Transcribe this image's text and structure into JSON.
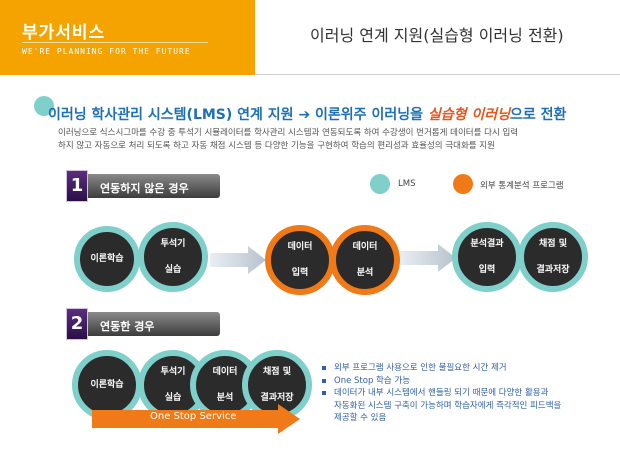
{
  "header": {
    "brand_title": "부가서비스",
    "brand_sub": "WE'RE PLANNING FOR THE FUTURE",
    "page_title": "이러닝 연계 지원(실습형 이러닝 전환)"
  },
  "headline": {
    "part1": "이러닝 학사관리 시스템(LMS) 연계 지원",
    "arrow": "➔",
    "part2": "이론위주 이러닝을",
    "highlight": "실습형 이러닝",
    "part3": "으로 전환"
  },
  "description": {
    "line1": "이러닝으로 식스시그마를 수강 중 투석기 시뮬레이터를 학사관리 시스템과 연동되도록 하여 수강생이 번거롭게 데이터를 다시 입력",
    "line2": "하지 않고 자동으로 처리 되도록 하고 자동 채점 시스템 등 다양한 기능을 구현하여 학습의 편리성과 효율성의 극대화를 지원"
  },
  "legend": {
    "lms": "LMS",
    "external": "외부 통계분석 프로그램",
    "lms_color": "#7fcfca",
    "external_color": "#f07a18"
  },
  "section1": {
    "number": "1",
    "label": "연동하지 않은 경우",
    "circles": [
      {
        "line1": "이론학습",
        "line2": ""
      },
      {
        "line1": "투석기",
        "line2": "실습"
      },
      {
        "line1": "데이터",
        "line2": "입력"
      },
      {
        "line1": "데이터",
        "line2": "분석"
      },
      {
        "line1": "분석결과",
        "line2": "입력"
      },
      {
        "line1": "채점 및",
        "line2": "결과저장"
      }
    ]
  },
  "section2": {
    "number": "2",
    "label": "연동한 경우",
    "circles": [
      {
        "line1": "이론학습",
        "line2": ""
      },
      {
        "line1": "투석기",
        "line2": "실습"
      },
      {
        "line1": "데이터",
        "line2": "분석"
      },
      {
        "line1": "채점 및",
        "line2": "결과저장"
      }
    ],
    "banner": "One Stop Service"
  },
  "bullets": {
    "b1": "외부 프로그램 사용으로 인한 불필요한 시간 제거",
    "b2": "One Stop 학습 가능",
    "b3_line1": "데이터가 내부 시스템에서 핸들링 되기 때문에 다양한 활용과",
    "b3_line2": "자동화된 시스템 구축이 가능하며 학습자에게 즉각적인 피드백을",
    "b3_line3": "제공할 수 있음"
  }
}
